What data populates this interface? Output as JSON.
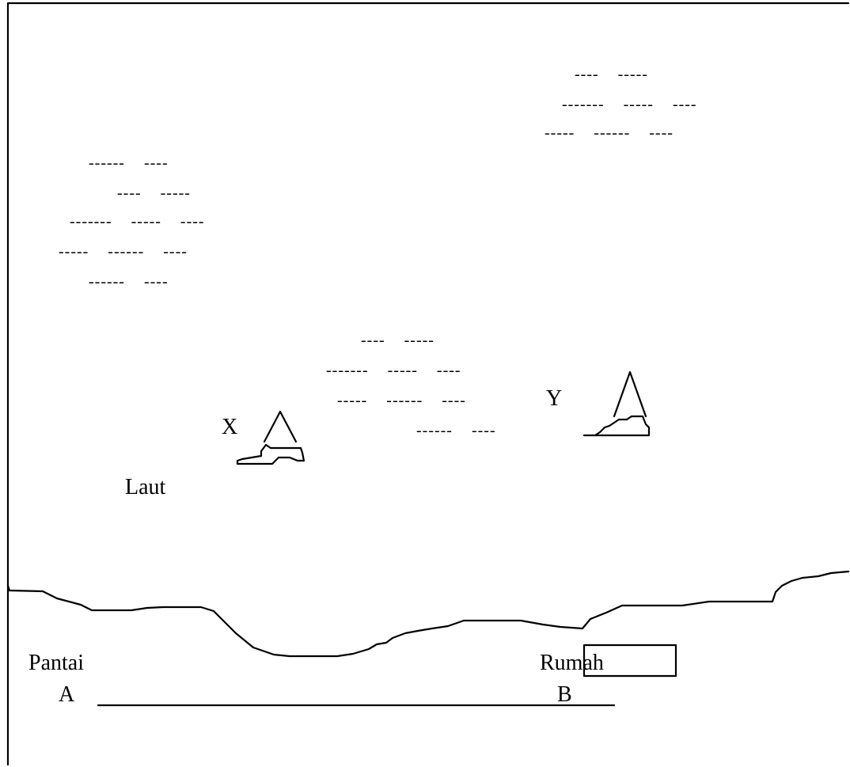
{
  "labels": {
    "laut": "Laut",
    "boat_x": "X",
    "boat_y": "Y",
    "pantai_line1": "Pantai",
    "pantai_line2": "A",
    "rumah_line1": "Rumah",
    "rumah_line2": "B"
  },
  "clouds": {
    "upper_right": [
      "----    -----",
      "-------    -----    ----",
      "-----    ------    ----"
    ],
    "left": [
      "------    ----",
      "----    -----",
      "-------    -----    ----",
      "-----    ------    ----",
      "------    ----"
    ],
    "center": [
      "----    -----",
      "-------    -----    ----",
      "-----    ------    ----",
      "------    ----"
    ]
  },
  "icons": {
    "boat": "sailboat-icon",
    "house": "house-rectangle"
  }
}
